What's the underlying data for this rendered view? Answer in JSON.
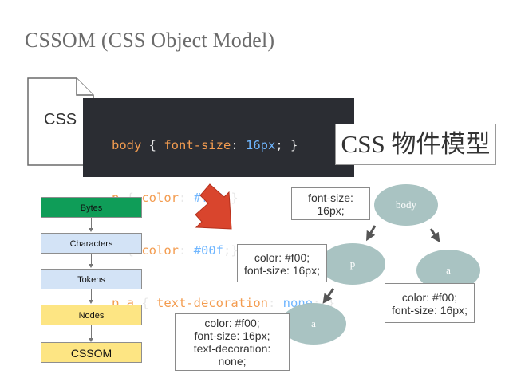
{
  "title": "CSSOM (CSS Object Model)",
  "file_icon": {
    "label": "CSS"
  },
  "code_lines": [
    [
      "body",
      " { ",
      "font-size",
      ": ",
      "16px",
      "; }"
    ],
    [
      "p",
      " { ",
      "color",
      ": ",
      "#f00",
      ";}"
    ],
    [
      "a",
      " { ",
      "color",
      ": ",
      "#00f",
      ";}"
    ],
    [
      "p a",
      " { ",
      "text-decoration",
      ": ",
      "none",
      "; }"
    ]
  ],
  "cssom_label": "CSS 物件模型",
  "pipeline": [
    "Bytes",
    "Characters",
    "Tokens",
    "Nodes",
    "CSSOM"
  ],
  "tree": {
    "body": {
      "label": "body",
      "style_lines": [
        "font-size:",
        "16px;"
      ]
    },
    "p": {
      "label": "p",
      "style_lines": [
        "color: #f00;",
        "font-size: 16px;"
      ]
    },
    "a_top": {
      "label": "a",
      "style_lines": [
        "color: #f00;",
        "font-size: 16px;"
      ]
    },
    "a_child": {
      "label": "a",
      "style_lines": [
        "color: #f00;",
        "font-size: 16px;",
        "text-decoration:",
        "none;"
      ]
    }
  },
  "colors": {
    "bytes": "#0f9d58",
    "characters_tokens": "#d3e3f6",
    "nodes_cssom": "#fde583",
    "tree_node": "#a9c3c2",
    "big_arrow": "#d9452d",
    "code_bg": "#2b2d33"
  }
}
